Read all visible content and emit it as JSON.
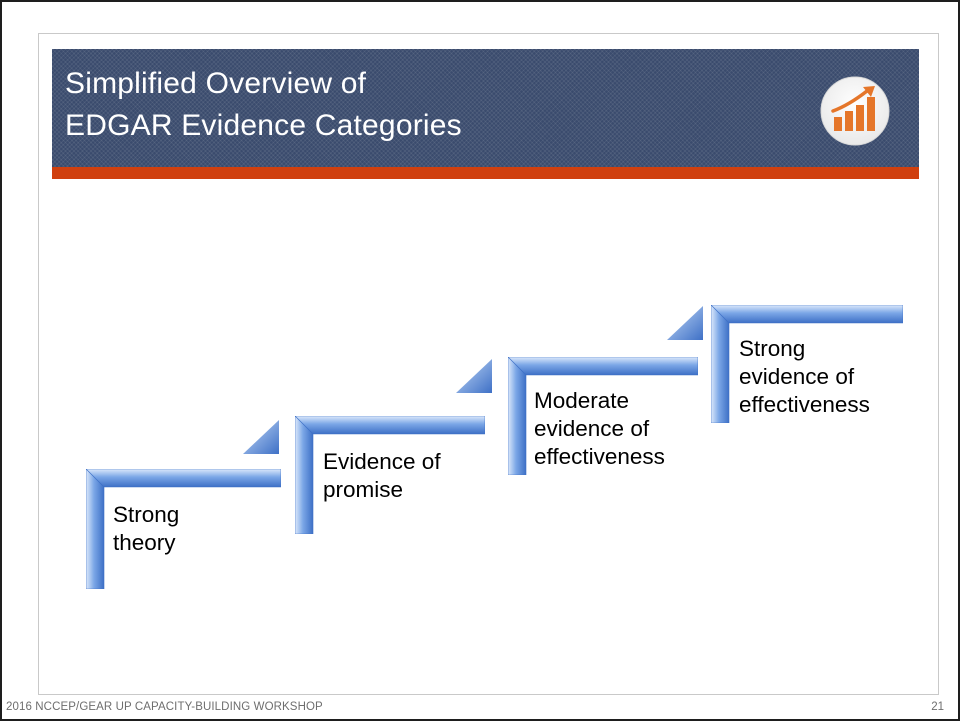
{
  "slide": {
    "title_line1": "Simplified Overview of",
    "title_line2": "EDGAR Evidence Categories",
    "footer": "2016 NCCEP/GEAR UP CAPACITY-BUILDING WORKSHOP",
    "page_number": "21",
    "logo_icon": "rising-bar-chart-icon"
  },
  "colors": {
    "title_bar": "#3a4b6d",
    "accent_rule": "#d0400f",
    "step_blue": "#5b8fd8",
    "logo_orange": "#e5762a"
  },
  "steps": [
    {
      "line1": "Strong",
      "line2": "theory",
      "line3": ""
    },
    {
      "line1": "Evidence of",
      "line2": "promise",
      "line3": ""
    },
    {
      "line1": "Moderate",
      "line2": "evidence of",
      "line3": "effectiveness"
    },
    {
      "line1": "Strong",
      "line2": "evidence of",
      "line3": "effectiveness"
    }
  ]
}
